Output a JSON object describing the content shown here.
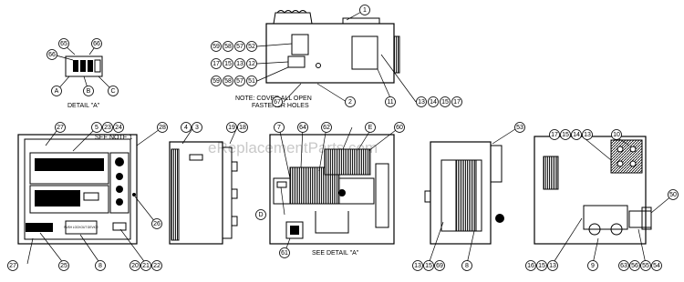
{
  "watermark": "eReplacementParts.com",
  "detail_a_title": "DETAIL \"A\"",
  "note_cover": [
    "NOTE: COVER ALL OPEN",
    "FASTENER HOLES"
  ],
  "see_note": "SEE NOTE 1",
  "see_detail": "SEE DETAIL \"A\"",
  "callouts": {
    "c1": "1",
    "c2": "2",
    "c3": "3",
    "c4": "4",
    "c5": "5",
    "c7": "7",
    "c8a": "8",
    "c8b": "8",
    "c9": "9",
    "c10": "10",
    "c11": "11",
    "c12": "12",
    "c13": "13",
    "c14": "14",
    "c15": "15",
    "c16": "16",
    "c17": "17",
    "c18": "18",
    "c19": "19",
    "c20": "20",
    "c21": "21",
    "c22": "22",
    "c23": "23",
    "c24": "24",
    "c25": "25",
    "c26": "26",
    "c27a": "27",
    "c27b": "27",
    "c28": "28",
    "c50": "50",
    "c51": "51",
    "c52": "52",
    "c53": "53",
    "c54": "54",
    "c55": "55",
    "c56": "56",
    "c57": "57",
    "c58": "58",
    "c59": "59",
    "c60": "60",
    "c61": "61",
    "c62": "62",
    "c63": "63",
    "c64": "64",
    "c65": "65",
    "c66a": "66",
    "c66b": "66",
    "c67": "67",
    "c69": "69",
    "cA": "A",
    "cB": "B",
    "cC": "C",
    "cD": "D",
    "cE": "E",
    "c13b": "13",
    "c14b": "14",
    "c15b": "15",
    "c17b": "17",
    "c17c": "17",
    "c15c": "15",
    "c13c": "13",
    "c12b": "12",
    "c59b": "59",
    "c58b": "58",
    "c57b": "57",
    "c51b": "51",
    "c59c": "59",
    "c58c": "58",
    "c57c": "57",
    "c52b": "52",
    "c13d": "13",
    "c15d": "15",
    "c69b": "69",
    "c17d": "17",
    "c15e": "15",
    "c14c": "14",
    "c13e": "13",
    "c16b": "16",
    "c15f": "15",
    "c13f": "13",
    "c63b": "63",
    "c56b": "56",
    "c55b": "55",
    "c54b": "54",
    "c20b": "20",
    "c21b": "21",
    "c22b": "22",
    "c5b": "5",
    "c23b": "23",
    "c24b": "24",
    "c19b": "19",
    "c18b": "18",
    "c4b": "4",
    "c3b": "3"
  },
  "panel_labels": {
    "label_main": "PUSH LOCKOUT DEVICE"
  }
}
